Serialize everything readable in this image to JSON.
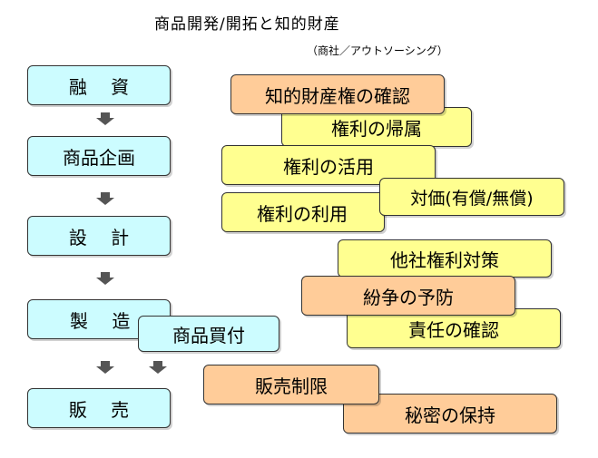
{
  "title": "商品開発/開拓と知的財産",
  "subtitle": "（商社／アウトソーシング）",
  "process": {
    "financing": "融 資",
    "planning": "商品企画",
    "design": "設 計",
    "manufacturing": "製 造",
    "sales": "販 売",
    "purchase": "商品買付"
  },
  "ip": {
    "confirm_ip": "知的財産権の確認",
    "rights_ownership": "権利の帰属",
    "rights_utilization": "権利の活用",
    "rights_use": "権利の利用",
    "compensation": "対価(有償/無償)",
    "other_rights": "他社権利対策",
    "dispute_prevention": "紛争の予防",
    "responsibility": "責任の確認",
    "sales_restriction": "販売制限",
    "confidentiality": "秘密の保持"
  },
  "colors": {
    "process_fill": "#ccfcff",
    "rights_fill": "#ffff90",
    "risk_fill": "#ffcc99",
    "arrow_fill": "#555555"
  }
}
